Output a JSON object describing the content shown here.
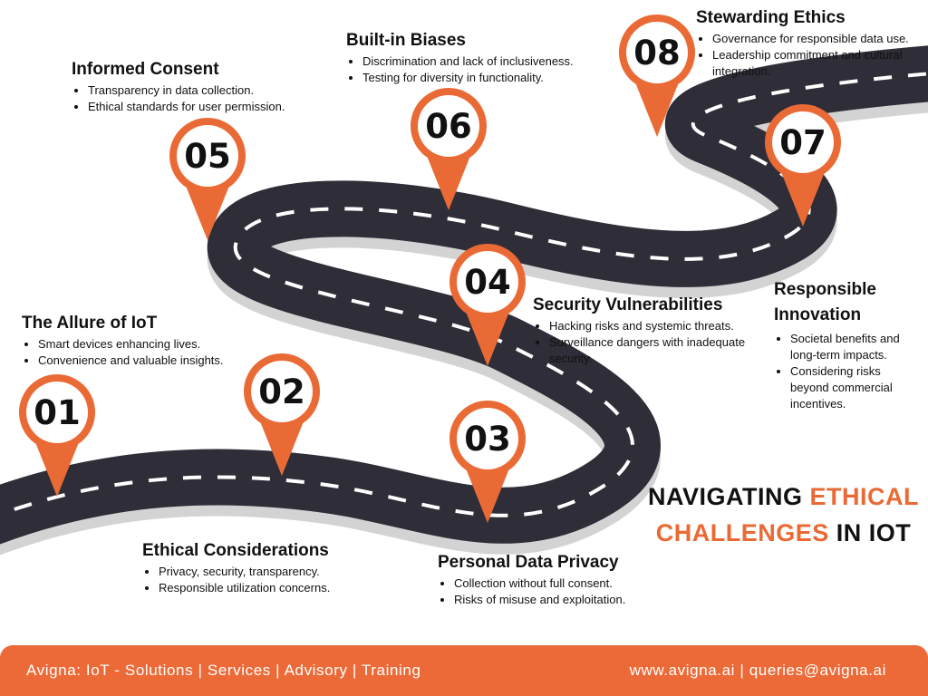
{
  "title": {
    "part1": "NAVIGATING ",
    "accent": "ETHICAL",
    "line2_accent": "CHALLENGES",
    "line2_rest": " IN IOT"
  },
  "colors": {
    "accent": "#ea6a36",
    "road": "#2e2d38",
    "footer": "#ec6a37"
  },
  "pins": [
    "01",
    "02",
    "03",
    "04",
    "05",
    "06",
    "07",
    "08"
  ],
  "steps": [
    {
      "num": "01",
      "title": "The Allure of IoT",
      "bullets": [
        "Smart devices enhancing lives.",
        "Convenience and valuable insights."
      ]
    },
    {
      "num": "02",
      "title": "Ethical Considerations",
      "bullets": [
        "Privacy, security, transparency.",
        "Responsible utilization concerns."
      ]
    },
    {
      "num": "03",
      "title": "Personal Data Privacy",
      "bullets": [
        "Collection without full consent.",
        "Risks of misuse and exploitation."
      ]
    },
    {
      "num": "04",
      "title": "Security Vulnerabilities",
      "bullets": [
        "Hacking risks and systemic threats.",
        "Surveillance dangers with inadequate security."
      ]
    },
    {
      "num": "05",
      "title": "Informed Consent",
      "bullets": [
        "Transparency in data collection.",
        "Ethical standards for user permission."
      ]
    },
    {
      "num": "06",
      "title": "Built-in Biases",
      "bullets": [
        "Discrimination and lack of inclusiveness.",
        "Testing for diversity in functionality."
      ]
    },
    {
      "num": "07",
      "title_line1": "Responsible",
      "title_line2": "Innovation",
      "bullets": [
        "Societal benefits and long-term impacts.",
        "Considering risks beyond commercial incentives."
      ]
    },
    {
      "num": "08",
      "title": "Stewarding Ethics",
      "bullets": [
        "Governance for responsible data use.",
        "Leadership commitment and cultural integration."
      ]
    }
  ],
  "footer": {
    "left": "Avigna: IoT - Solutions | Services | Advisory | Training",
    "right": "www.avigna.ai | queries@avigna.ai"
  }
}
